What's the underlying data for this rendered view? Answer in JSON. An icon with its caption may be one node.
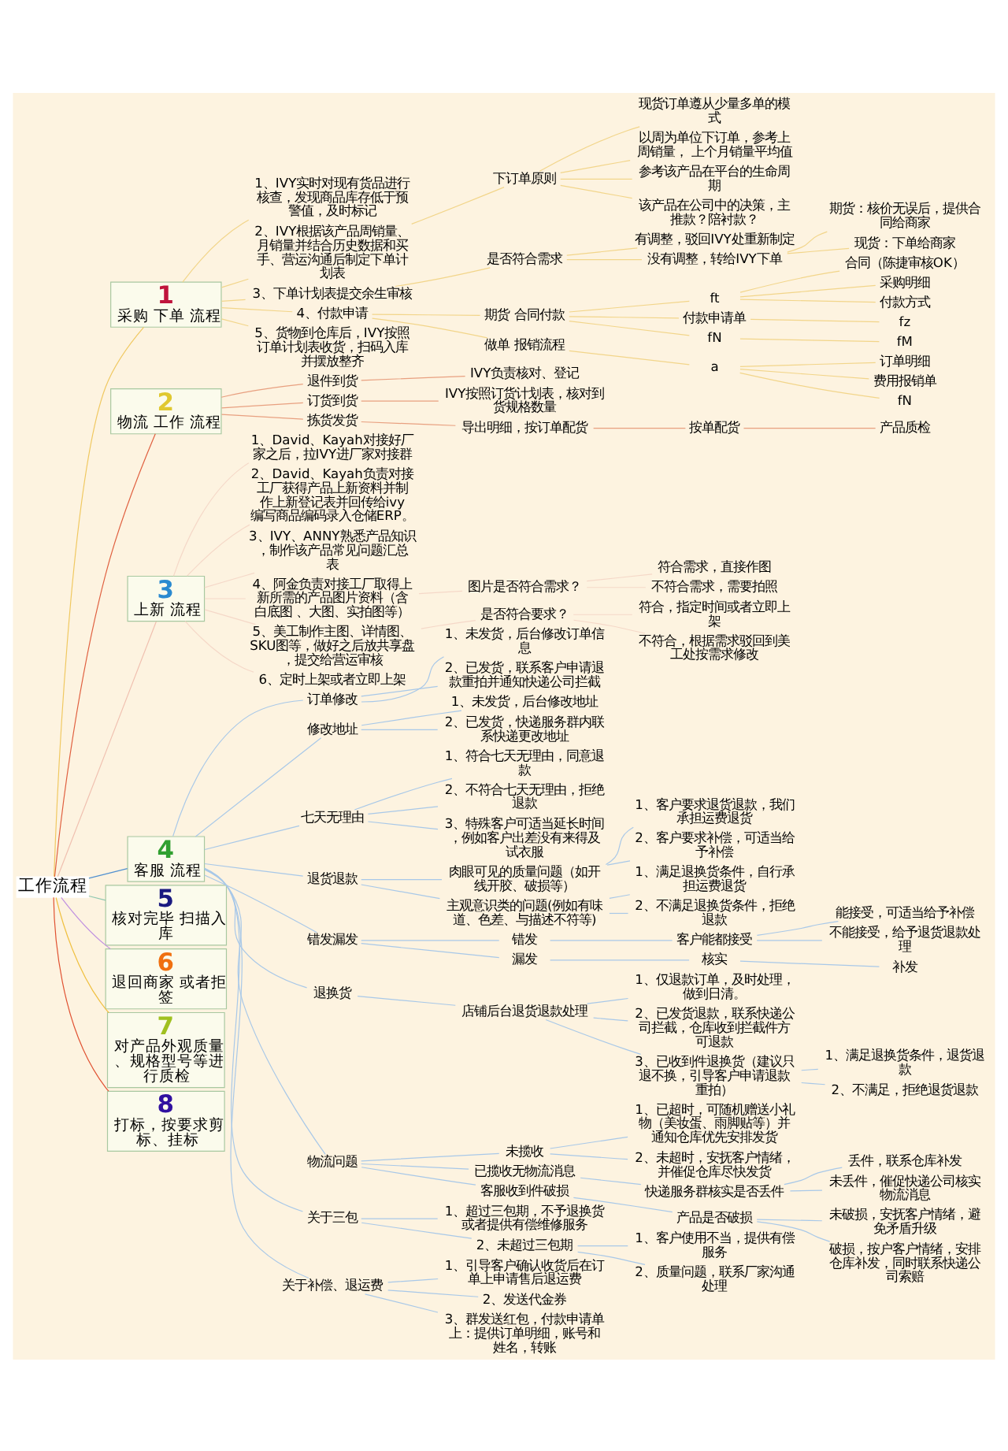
{
  "diagram": {
    "nodes": [
      {
        "text": [
          "工作流程"
        ]
      },
      {
        "text": [
          "1",
          "采购 下单 流程"
        ]
      },
      {
        "text": [
          "1、IVY实时对现有货品进行核查，发现商品库存低于预警值，及时标记"
        ]
      },
      {
        "text": [
          "2、IVY根据该产品周销量、月销量并结合历史数据和买手、营运沟通后制定下单计划表"
        ]
      },
      {
        "text": [
          "下订单原则"
        ]
      },
      {
        "text": [
          "现货订单遵从少量多单的模式"
        ]
      },
      {
        "text": [
          "以周为单位下订单，参考上周销量， 上个月销量平均值"
        ]
      },
      {
        "text": [
          "参考该产品在平台的生命周期"
        ]
      },
      {
        "text": [
          "该产品在公司中的决策，主推款？陪衬款？"
        ]
      },
      {
        "text": [
          "3、下单计划表提交余生审核"
        ]
      },
      {
        "text": [
          "是否符合需求"
        ]
      },
      {
        "text": [
          "有调整，驳回IVY处重新制定"
        ]
      },
      {
        "text": [
          "没有调整，转给IVY下单"
        ]
      },
      {
        "text": [
          "期货：核价无误后，提供合同给商家"
        ]
      },
      {
        "text": [
          "现货：下单给商家"
        ]
      },
      {
        "text": [
          "4、付款申请"
        ]
      },
      {
        "text": [
          "期货 合同付款"
        ]
      },
      {
        "text": [
          "ft"
        ]
      },
      {
        "text": [
          "合同（陈捷审核OK）"
        ]
      },
      {
        "text": [
          "采购明细"
        ]
      },
      {
        "text": [
          "付款方式"
        ]
      },
      {
        "text": [
          "付款申请单"
        ]
      },
      {
        "text": [
          "fz"
        ]
      },
      {
        "text": [
          "fN"
        ]
      },
      {
        "text": [
          "fM"
        ]
      },
      {
        "text": [
          "做单 报销流程"
        ]
      },
      {
        "text": [
          "a"
        ]
      },
      {
        "text": [
          "订单明细"
        ]
      },
      {
        "text": [
          "费用报销单"
        ]
      },
      {
        "text": [
          "fN"
        ]
      },
      {
        "text": [
          "5、货物到仓库后，IVY按照订单计划表收货，扫码入库并摆放整齐"
        ]
      },
      {
        "text": [
          "2",
          "物流 工作 流程"
        ]
      },
      {
        "text": [
          "退件到货"
        ]
      },
      {
        "text": [
          "IVY负责核对、登记"
        ]
      },
      {
        "text": [
          "订货到货"
        ]
      },
      {
        "text": [
          "IVY按照订货计划表，核对到货规格数量"
        ]
      },
      {
        "text": [
          "拣货发货"
        ]
      },
      {
        "text": [
          "导出明细，按订单配货"
        ]
      },
      {
        "text": [
          "按单配货"
        ]
      },
      {
        "text": [
          "产品质检"
        ]
      },
      {
        "text": [
          "3",
          "上新 流程"
        ]
      },
      {
        "text": [
          "1、David、Kayah对接好厂家之后，拉IVY进厂家对接群"
        ]
      },
      {
        "text": [
          "2、David、Kayah负责对接工厂获得产品上新资料并制作上新登记表并回传给ivy 编写商品编码录入仓储ERP。"
        ]
      },
      {
        "text": [
          "3、IVY、ANNY熟悉产品知识，制作该产品常见问题汇总表"
        ]
      },
      {
        "text": [
          "4、阿金负责对接工厂取得上新所需的产品图片资料（含白底图 、大图、实拍图等）"
        ]
      },
      {
        "text": [
          "图片是否符合需求？"
        ]
      },
      {
        "text": [
          "符合需求，直接作图"
        ]
      },
      {
        "text": [
          "不符合需求，需要拍照"
        ]
      },
      {
        "text": [
          "5、美工制作主图、详情图、SKU图等，做好之后放共享盘，提交给营运审核"
        ]
      },
      {
        "text": [
          "是否符合要求？"
        ]
      },
      {
        "text": [
          "符合，指定时间或者立即上架"
        ]
      },
      {
        "text": [
          "不符合，根据需求驳回到美工处按需求修改"
        ]
      },
      {
        "text": [
          "6、定时上架或者立即上架"
        ]
      },
      {
        "text": [
          "4",
          "客服 流程"
        ]
      },
      {
        "text": [
          "订单修改"
        ]
      },
      {
        "text": [
          "1、未发货，后台修改订单信息"
        ]
      },
      {
        "text": [
          "2、已发货，联系客户申请退款重拍并通知快递公司拦截"
        ]
      },
      {
        "text": [
          "修改地址"
        ]
      },
      {
        "text": [
          "1、未发货，后台修改地址"
        ]
      },
      {
        "text": [
          "2、已发货，快递服务群内联系快递更改地址"
        ]
      },
      {
        "text": [
          "七天无理由"
        ]
      },
      {
        "text": [
          "1、符合七天无理由，同意退款"
        ]
      },
      {
        "text": [
          "2、不符合七天无理由，拒绝退款"
        ]
      },
      {
        "text": [
          "3、特殊客户可适当延长时间，例如客户出差没有来得及试衣服"
        ]
      },
      {
        "text": [
          "退货退款"
        ]
      },
      {
        "text": [
          "肉眼可见的质量问题（如开线开胶、破损等）"
        ]
      },
      {
        "text": [
          "1、客户要求退货退款，我们承担运费退货"
        ]
      },
      {
        "text": [
          "2、客户要求补偿，可适当给予补偿"
        ]
      },
      {
        "text": [
          "主观意识类的问题(例如有味道、色差、与描述不符等)"
        ]
      },
      {
        "text": [
          "1、满足退换货条件，自行承担运费退货"
        ]
      },
      {
        "text": [
          "2、不满足退换货条件，拒绝退款"
        ]
      },
      {
        "text": [
          "错发漏发"
        ]
      },
      {
        "text": [
          "错发"
        ]
      },
      {
        "text": [
          "客户能都接受"
        ]
      },
      {
        "text": [
          "能接受，可适当给予补偿"
        ]
      },
      {
        "text": [
          "不能接受，给予退货退款处理"
        ]
      },
      {
        "text": [
          "漏发"
        ]
      },
      {
        "text": [
          "核实"
        ]
      },
      {
        "text": [
          "补发"
        ]
      },
      {
        "text": [
          "退换货"
        ]
      },
      {
        "text": [
          "店铺后台退货退款处理"
        ]
      },
      {
        "text": [
          "1、仅退款订单，及时处理，做到日清。"
        ]
      },
      {
        "text": [
          "2、已发货退款，联系快递公司拦截，仓库收到拦截件方可退款"
        ]
      },
      {
        "text": [
          "3、已收到件退换货（建议只退不换，引导客户申请退款重拍）"
        ]
      },
      {
        "text": [
          "1、满足退换货条件，退货退款"
        ]
      },
      {
        "text": [
          "2、不满足，拒绝退货退款"
        ]
      },
      {
        "text": [
          "物流问题"
        ]
      },
      {
        "text": [
          "未揽收"
        ]
      },
      {
        "text": [
          "1、已超时，可随机赠送小礼物（美妆蛋、雨脚贴等）并通知仓库优先安排发货"
        ]
      },
      {
        "text": [
          "2、未超时，安抚客户情绪，并催促仓库尽快发货"
        ]
      },
      {
        "text": [
          "已揽收无物流消息"
        ]
      },
      {
        "text": [
          "快递服务群核实是否丢件"
        ]
      },
      {
        "text": [
          "丢件，联系仓库补发"
        ]
      },
      {
        "text": [
          "未丢件，催促快递公司核实物流消息"
        ]
      },
      {
        "text": [
          "客服收到件破损"
        ]
      },
      {
        "text": [
          "产品是否破损"
        ]
      },
      {
        "text": [
          "未破损，安抚客户情绪，避免矛盾升级"
        ]
      },
      {
        "text": [
          "破损，按户客户情绪，安排仓库补发，同时联系快递公司索赔"
        ]
      },
      {
        "text": [
          "关于三包"
        ]
      },
      {
        "text": [
          "1、超过三包期，不予退换货或者提供有偿维修服务"
        ]
      },
      {
        "text": [
          "2、未超过三包期"
        ]
      },
      {
        "text": [
          "1、客户使用不当，提供有偿服务"
        ]
      },
      {
        "text": [
          "2、质量问题，联系厂家沟通处理"
        ]
      },
      {
        "text": [
          "关于补偿、退运费"
        ]
      },
      {
        "text": [
          "1、引导客户确认收货后在订单上申请售后退运费"
        ]
      },
      {
        "text": [
          "2、发送代金券"
        ]
      },
      {
        "text": [
          "3、群发送红包，付款申请单上：提供订单明细，账号和姓名，转账"
        ]
      },
      {
        "text": [
          "5",
          "核对完毕 扫描入库"
        ]
      },
      {
        "text": [
          "6",
          "退回商家 或者拒签"
        ]
      },
      {
        "text": [
          "7",
          "对产品外观质量、规格型号等进行质检"
        ]
      },
      {
        "text": [
          "8",
          "打标，按要求剪标、挂标"
        ]
      }
    ],
    "edges": [
      {
        "from": 0,
        "to": 1,
        "arrow": "none",
        "color": "#f0c860"
      },
      {
        "from": 1,
        "to": 2,
        "arrow": "none",
        "color": "#f2d58a"
      },
      {
        "from": 1,
        "to": 3,
        "arrow": "none",
        "color": "#f2d58a"
      },
      {
        "from": 3,
        "to": 4,
        "arrow": "none",
        "color": "#f2d58a"
      },
      {
        "from": 4,
        "to": 5,
        "arrow": "none",
        "color": "#f2d58a"
      },
      {
        "from": 4,
        "to": 6,
        "arrow": "none",
        "color": "#f2d58a"
      },
      {
        "from": 4,
        "to": 7,
        "arrow": "none",
        "color": "#f2d58a"
      },
      {
        "from": 4,
        "to": 8,
        "arrow": "none",
        "color": "#f2d58a"
      },
      {
        "from": 1,
        "to": 9,
        "arrow": "none",
        "color": "#f2d58a"
      },
      {
        "from": 9,
        "to": 10,
        "arrow": "none",
        "color": "#f2d58a"
      },
      {
        "from": 10,
        "to": 11,
        "arrow": "none",
        "color": "#f2d58a"
      },
      {
        "from": 10,
        "to": 12,
        "arrow": "none",
        "color": "#f2d58a"
      },
      {
        "from": 12,
        "to": 13,
        "arrow": "none",
        "color": "#f2d58a"
      },
      {
        "from": 12,
        "to": 14,
        "arrow": "none",
        "color": "#f2d58a"
      },
      {
        "from": 1,
        "to": 15,
        "arrow": "none",
        "color": "#f2d58a"
      },
      {
        "from": 15,
        "to": 16,
        "arrow": "none",
        "color": "#f2d58a"
      },
      {
        "from": 16,
        "to": 17,
        "arrow": "none",
        "color": "#f2d58a"
      },
      {
        "from": 17,
        "to": 18,
        "arrow": "none",
        "color": "#f2d58a"
      },
      {
        "from": 17,
        "to": 19,
        "arrow": "none",
        "color": "#f2d58a"
      },
      {
        "from": 17,
        "to": 20,
        "arrow": "none",
        "color": "#f2d58a"
      },
      {
        "from": 16,
        "to": 21,
        "arrow": "none",
        "color": "#f2d58a"
      },
      {
        "from": 21,
        "to": 22,
        "arrow": "none",
        "color": "#f2d58a"
      },
      {
        "from": 16,
        "to": 23,
        "arrow": "none",
        "color": "#f2d58a"
      },
      {
        "from": 23,
        "to": 24,
        "arrow": "none",
        "color": "#f2d58a"
      },
      {
        "from": 15,
        "to": 25,
        "arrow": "none",
        "color": "#f2d58a"
      },
      {
        "from": 25,
        "to": 26,
        "arrow": "none",
        "color": "#f2d58a"
      },
      {
        "from": 26,
        "to": 27,
        "arrow": "none",
        "color": "#f2d58a"
      },
      {
        "from": 26,
        "to": 28,
        "arrow": "none",
        "color": "#f2d58a"
      },
      {
        "from": 26,
        "to": 29,
        "arrow": "none",
        "color": "#f2d58a"
      },
      {
        "from": 1,
        "to": 30,
        "arrow": "none",
        "color": "#f2d58a"
      },
      {
        "from": 0,
        "to": 31,
        "arrow": "none",
        "color": "#e06040"
      },
      {
        "from": 31,
        "to": 32,
        "arrow": "none",
        "color": "#e8a080"
      },
      {
        "from": 32,
        "to": 33,
        "arrow": "none",
        "color": "#e8a080"
      },
      {
        "from": 31,
        "to": 34,
        "arrow": "none",
        "color": "#e8a080"
      },
      {
        "from": 34,
        "to": 35,
        "arrow": "none",
        "color": "#e8a080"
      },
      {
        "from": 31,
        "to": 36,
        "arrow": "none",
        "color": "#e8a080"
      },
      {
        "from": 36,
        "to": 37,
        "arrow": "none",
        "color": "#e8a080"
      },
      {
        "from": 37,
        "to": 38,
        "arrow": "none",
        "color": "#e8a080"
      },
      {
        "from": 38,
        "to": 39,
        "arrow": "none",
        "color": "#e8a080"
      },
      {
        "from": 0,
        "to": 40,
        "arrow": "none",
        "color": "#f0c0b0"
      },
      {
        "from": 40,
        "to": 41,
        "arrow": "none",
        "color": "#f5d8c8"
      },
      {
        "from": 40,
        "to": 42,
        "arrow": "none",
        "color": "#f5d8c8"
      },
      {
        "from": 40,
        "to": 43,
        "arrow": "none",
        "color": "#f5d8c8"
      },
      {
        "from": 40,
        "to": 44,
        "arrow": "none",
        "color": "#f5d8c8"
      },
      {
        "from": 44,
        "to": 45,
        "arrow": "none",
        "color": "#f5d8c8"
      },
      {
        "from": 45,
        "to": 46,
        "arrow": "none",
        "color": "#f5d8c8"
      },
      {
        "from": 45,
        "to": 47,
        "arrow": "none",
        "color": "#f5d8c8"
      },
      {
        "from": 40,
        "to": 48,
        "arrow": "none",
        "color": "#f5d8c8"
      },
      {
        "from": 48,
        "to": 49,
        "arrow": "none",
        "color": "#f5d8c8"
      },
      {
        "from": 49,
        "to": 50,
        "arrow": "none",
        "color": "#f5d8c8"
      },
      {
        "from": 49,
        "to": 51,
        "arrow": "none",
        "color": "#f5d8c8"
      },
      {
        "from": 40,
        "to": 52,
        "arrow": "none",
        "color": "#f5d8c8"
      },
      {
        "from": 0,
        "to": 53,
        "arrow": "none",
        "color": "#5090d0"
      },
      {
        "from": 53,
        "to": 54,
        "arrow": "none"
      },
      {
        "from": 54,
        "to": 55,
        "arrow": "none"
      },
      {
        "from": 54,
        "to": 56,
        "arrow": "none"
      },
      {
        "from": 53,
        "to": 57,
        "arrow": "none"
      },
      {
        "from": 57,
        "to": 58,
        "arrow": "none"
      },
      {
        "from": 57,
        "to": 59,
        "arrow": "none"
      },
      {
        "from": 53,
        "to": 60,
        "arrow": "none"
      },
      {
        "from": 60,
        "to": 61,
        "arrow": "none"
      },
      {
        "from": 60,
        "to": 62,
        "arrow": "none"
      },
      {
        "from": 60,
        "to": 63,
        "arrow": "none"
      },
      {
        "from": 53,
        "to": 64,
        "arrow": "none"
      },
      {
        "from": 64,
        "to": 65,
        "arrow": "none"
      },
      {
        "from": 65,
        "to": 66,
        "arrow": "none"
      },
      {
        "from": 65,
        "to": 67,
        "arrow": "none"
      },
      {
        "from": 64,
        "to": 68,
        "arrow": "none"
      },
      {
        "from": 68,
        "to": 69,
        "arrow": "none"
      },
      {
        "from": 68,
        "to": 70,
        "arrow": "none"
      },
      {
        "from": 53,
        "to": 71,
        "arrow": "none"
      },
      {
        "from": 71,
        "to": 72,
        "arrow": "none"
      },
      {
        "from": 72,
        "to": 73,
        "arrow": "none"
      },
      {
        "from": 73,
        "to": 74,
        "arrow": "none"
      },
      {
        "from": 73,
        "to": 75,
        "arrow": "none"
      },
      {
        "from": 71,
        "to": 76,
        "arrow": "none"
      },
      {
        "from": 76,
        "to": 77,
        "arrow": "none"
      },
      {
        "from": 77,
        "to": 78,
        "arrow": "none"
      },
      {
        "from": 53,
        "to": 79,
        "arrow": "none"
      },
      {
        "from": 79,
        "to": 80,
        "arrow": "none"
      },
      {
        "from": 80,
        "to": 81,
        "arrow": "none"
      },
      {
        "from": 80,
        "to": 82,
        "arrow": "none"
      },
      {
        "from": 80,
        "to": 83,
        "arrow": "none"
      },
      {
        "from": 83,
        "to": 84,
        "arrow": "none"
      },
      {
        "from": 83,
        "to": 85,
        "arrow": "none"
      },
      {
        "from": 53,
        "to": 86,
        "arrow": "none"
      },
      {
        "from": 86,
        "to": 87,
        "arrow": "none"
      },
      {
        "from": 87,
        "to": 88,
        "arrow": "none"
      },
      {
        "from": 87,
        "to": 89,
        "arrow": "none"
      },
      {
        "from": 86,
        "to": 90,
        "arrow": "none"
      },
      {
        "from": 90,
        "to": 91,
        "arrow": "none"
      },
      {
        "from": 91,
        "to": 92,
        "arrow": "none"
      },
      {
        "from": 91,
        "to": 93,
        "arrow": "none"
      },
      {
        "from": 86,
        "to": 94,
        "arrow": "none"
      },
      {
        "from": 94,
        "to": 95,
        "arrow": "none"
      },
      {
        "from": 95,
        "to": 96,
        "arrow": "none"
      },
      {
        "from": 95,
        "to": 97,
        "arrow": "none"
      },
      {
        "from": 53,
        "to": 98,
        "arrow": "none"
      },
      {
        "from": 98,
        "to": 99,
        "arrow": "none"
      },
      {
        "from": 98,
        "to": 100,
        "arrow": "none"
      },
      {
        "from": 100,
        "to": 101,
        "arrow": "none"
      },
      {
        "from": 100,
        "to": 102,
        "arrow": "none"
      },
      {
        "from": 53,
        "to": 103,
        "arrow": "none"
      },
      {
        "from": 103,
        "to": 104,
        "arrow": "none"
      },
      {
        "from": 103,
        "to": 105,
        "arrow": "none"
      },
      {
        "from": 103,
        "to": 106,
        "arrow": "none"
      },
      {
        "from": 0,
        "to": 107,
        "arrow": "none",
        "color": "#90c8b0"
      },
      {
        "from": 0,
        "to": 108,
        "arrow": "none",
        "color": "#c090e0"
      },
      {
        "from": 0,
        "to": 109,
        "arrow": "none",
        "color": "#f0c040"
      },
      {
        "from": 0,
        "to": 110,
        "arrow": "none",
        "color": "#e05030"
      }
    ]
  }
}
